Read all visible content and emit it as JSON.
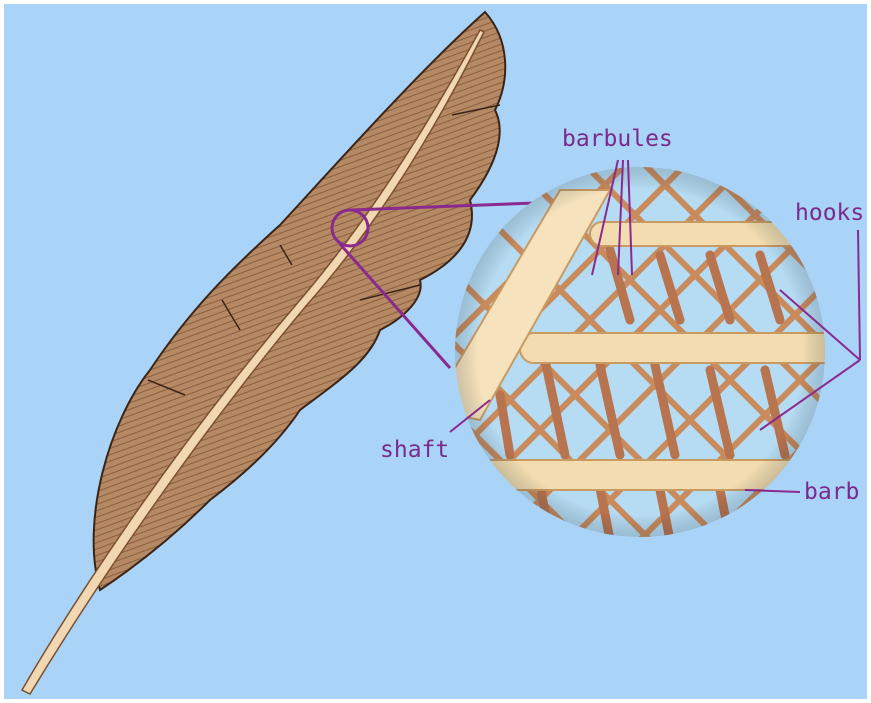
{
  "labels": {
    "barbules": "barbules",
    "hooks": "hooks",
    "shaft": "shaft",
    "barb": "barb"
  },
  "colors": {
    "background": "#a9d3f7",
    "label": "#7a2a8a",
    "leader_line": "#8b2a8e",
    "feather_vane": "#b08660",
    "feather_shaft": "#f1d8b2",
    "barb_cream": "#f3ddb0",
    "barbule_brown": "#b8734f"
  }
}
